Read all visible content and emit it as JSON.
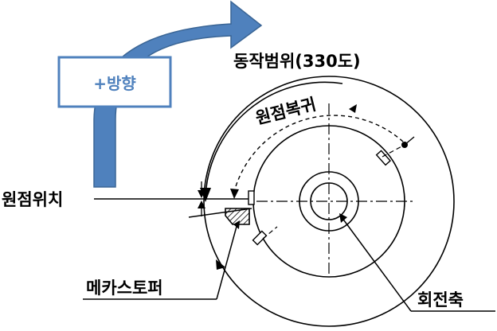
{
  "labels": {
    "plus_direction": "+방향",
    "operating_range": "동작범위(330도)",
    "origin_return": "원점복귀",
    "origin_position": "원점위치",
    "mechanical_stopper": "메카스토퍼",
    "rotation_axis": "회전축"
  },
  "colors": {
    "arrow_fill": "#4f81bd",
    "arrow_stroke": "#3a6595",
    "box_border": "#4f81bd",
    "box_text": "#4f81bd",
    "line": "#000000"
  }
}
